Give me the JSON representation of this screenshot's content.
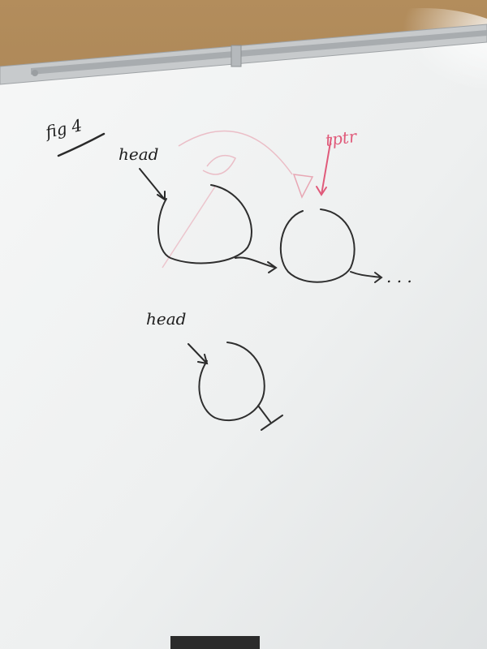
{
  "scene": {
    "subject": "whiteboard with hand-drawn linked-list diagram",
    "labels": {
      "fig": "fig 4",
      "head_top": "head",
      "tptr": "tptr",
      "ellipsis": ". . .",
      "head_bottom": "head"
    },
    "colors": {
      "wall": "#b08a5a",
      "board": "#f3f4f4",
      "frame": "#c9ccce",
      "ink": "#2a2a2a",
      "pink_ink": "#e05a7a"
    }
  }
}
